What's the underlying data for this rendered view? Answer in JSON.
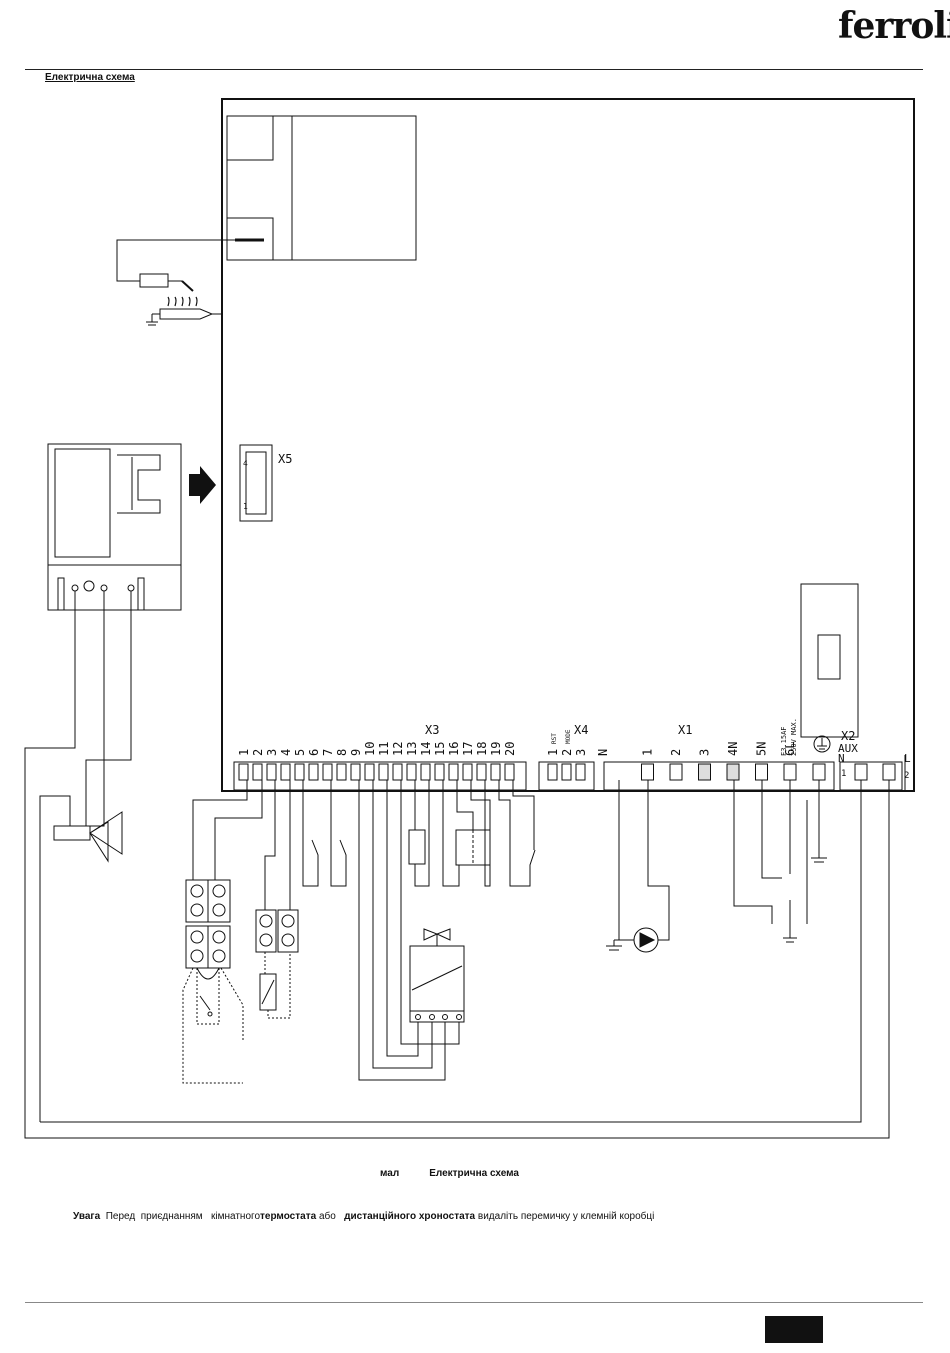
{
  "brand": "ferroli",
  "section_title": "Електрична схема",
  "caption": {
    "prefix": "мал",
    "title": "Електрична схема"
  },
  "warning": {
    "label": "Увага",
    "text1": "  Перед  приєднанням   кімнатного",
    "bold1": "термостата",
    "text2": " або   ",
    "bold2": "дистанційного хроностата",
    "text3": " видаліть перемичку у клемній коробці"
  },
  "connectors": {
    "x3": "X3",
    "x4": "X4",
    "x1": "X1",
    "x2": "X2",
    "aux": "AUX",
    "x5": "X5",
    "x5_pin_top": "4",
    "x5_pin_bottom": "1",
    "x4_pins": [
      "1",
      "2",
      "3"
    ],
    "x4_pin_labels": [
      "RST",
      "MODE",
      ""
    ],
    "x1_pins": [
      "N",
      "1",
      "2",
      "3",
      "4N",
      "5N",
      "6L"
    ],
    "x2_pins": [
      "N",
      "L"
    ],
    "x2_nums": [
      "1",
      "2"
    ],
    "fuse": "F3.15AF",
    "fuse_rating": "250V MAX."
  },
  "x3_terminals": [
    "1",
    "2",
    "3",
    "4",
    "5",
    "6",
    "7",
    "8",
    "9",
    "10",
    "11",
    "12",
    "13",
    "14",
    "15",
    "16",
    "17",
    "18",
    "19",
    "20"
  ]
}
